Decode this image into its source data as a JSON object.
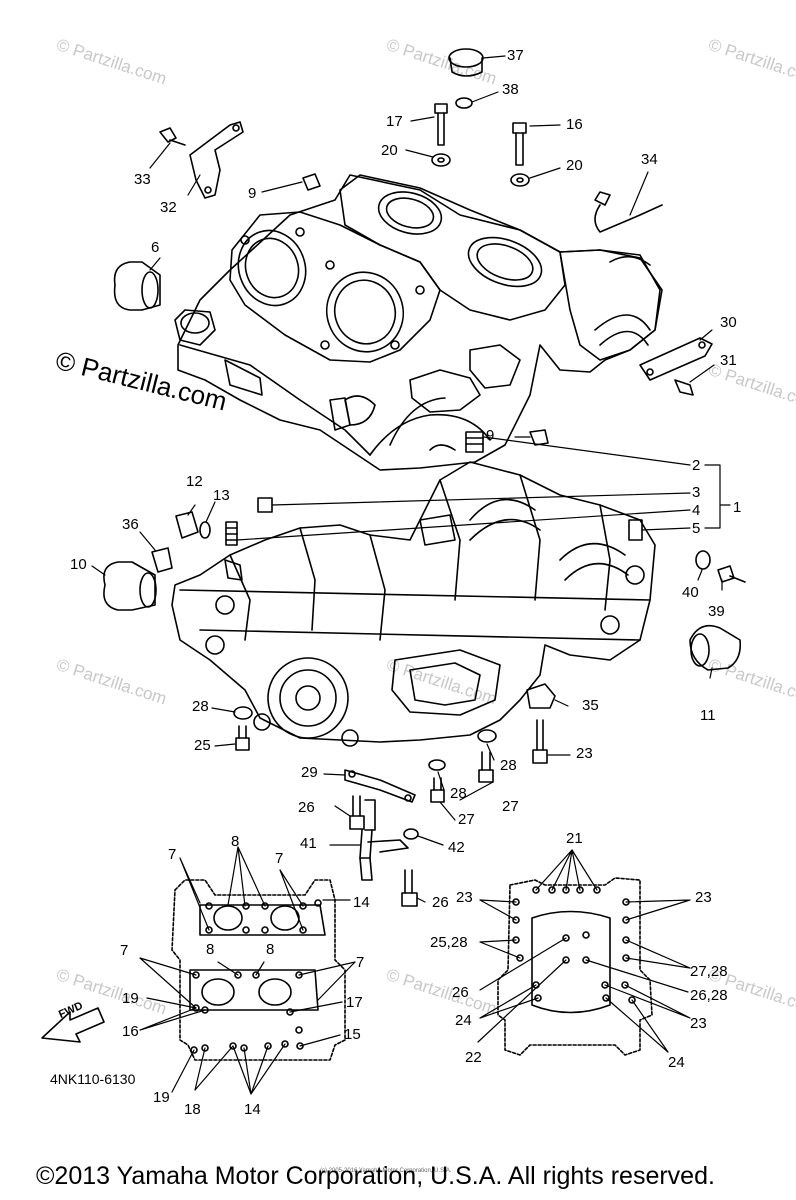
{
  "watermarks": {
    "main": "© Partzilla.com",
    "faint": "© Partzilla.com"
  },
  "callouts": [
    {
      "id": "37",
      "text": "37"
    },
    {
      "id": "38",
      "text": "38"
    },
    {
      "id": "17a",
      "text": "17"
    },
    {
      "id": "16a",
      "text": "16"
    },
    {
      "id": "20a",
      "text": "20"
    },
    {
      "id": "20b",
      "text": "20"
    },
    {
      "id": "34",
      "text": "34"
    },
    {
      "id": "33",
      "text": "33"
    },
    {
      "id": "32",
      "text": "32"
    },
    {
      "id": "9a",
      "text": "9"
    },
    {
      "id": "6",
      "text": "6"
    },
    {
      "id": "30",
      "text": "30"
    },
    {
      "id": "31",
      "text": "31"
    },
    {
      "id": "9b",
      "text": "9"
    },
    {
      "id": "2",
      "text": "2"
    },
    {
      "id": "3",
      "text": "3"
    },
    {
      "id": "4",
      "text": "4"
    },
    {
      "id": "1",
      "text": "1"
    },
    {
      "id": "5",
      "text": "5"
    },
    {
      "id": "12",
      "text": "12"
    },
    {
      "id": "13",
      "text": "13"
    },
    {
      "id": "36",
      "text": "36"
    },
    {
      "id": "10",
      "text": "10"
    },
    {
      "id": "40",
      "text": "40"
    },
    {
      "id": "39",
      "text": "39"
    },
    {
      "id": "11",
      "text": "11"
    },
    {
      "id": "35",
      "text": "35"
    },
    {
      "id": "28a",
      "text": "28"
    },
    {
      "id": "25a",
      "text": "25"
    },
    {
      "id": "23a",
      "text": "23"
    },
    {
      "id": "28b",
      "text": "28"
    },
    {
      "id": "29",
      "text": "29"
    },
    {
      "id": "28c",
      "text": "28"
    },
    {
      "id": "27a",
      "text": "27"
    },
    {
      "id": "26a",
      "text": "26"
    },
    {
      "id": "27b",
      "text": "27"
    },
    {
      "id": "41",
      "text": "41"
    },
    {
      "id": "42",
      "text": "42"
    },
    {
      "id": "26b",
      "text": "26"
    },
    {
      "id": "8a",
      "text": "8"
    },
    {
      "id": "7a",
      "text": "7"
    },
    {
      "id": "7b",
      "text": "7"
    },
    {
      "id": "14a",
      "text": "14"
    },
    {
      "id": "7c",
      "text": "7"
    },
    {
      "id": "8b",
      "text": "8"
    },
    {
      "id": "8c",
      "text": "8"
    },
    {
      "id": "7d",
      "text": "7"
    },
    {
      "id": "19a",
      "text": "19"
    },
    {
      "id": "17b",
      "text": "17"
    },
    {
      "id": "16b",
      "text": "16"
    },
    {
      "id": "15",
      "text": "15"
    },
    {
      "id": "19b",
      "text": "19"
    },
    {
      "id": "18",
      "text": "18"
    },
    {
      "id": "14b",
      "text": "14"
    },
    {
      "id": "21",
      "text": "21"
    },
    {
      "id": "23b",
      "text": "23"
    },
    {
      "id": "23c",
      "text": "23"
    },
    {
      "id": "2528",
      "text": "25,28"
    },
    {
      "id": "2728",
      "text": "27,28"
    },
    {
      "id": "26c",
      "text": "26"
    },
    {
      "id": "2628",
      "text": "26,28"
    },
    {
      "id": "24a",
      "text": "24"
    },
    {
      "id": "23d",
      "text": "23"
    },
    {
      "id": "22",
      "text": "22"
    },
    {
      "id": "24b",
      "text": "24"
    }
  ],
  "fwd_label": "FWD",
  "diagram_code": "4NK110-6130",
  "copyright": "©2013 Yamaha Motor Corporation, U.S.A. All rights reserved.",
  "fine_print": "(c) 2005-2016 Yamaha Motor Corporation, U.S.A."
}
